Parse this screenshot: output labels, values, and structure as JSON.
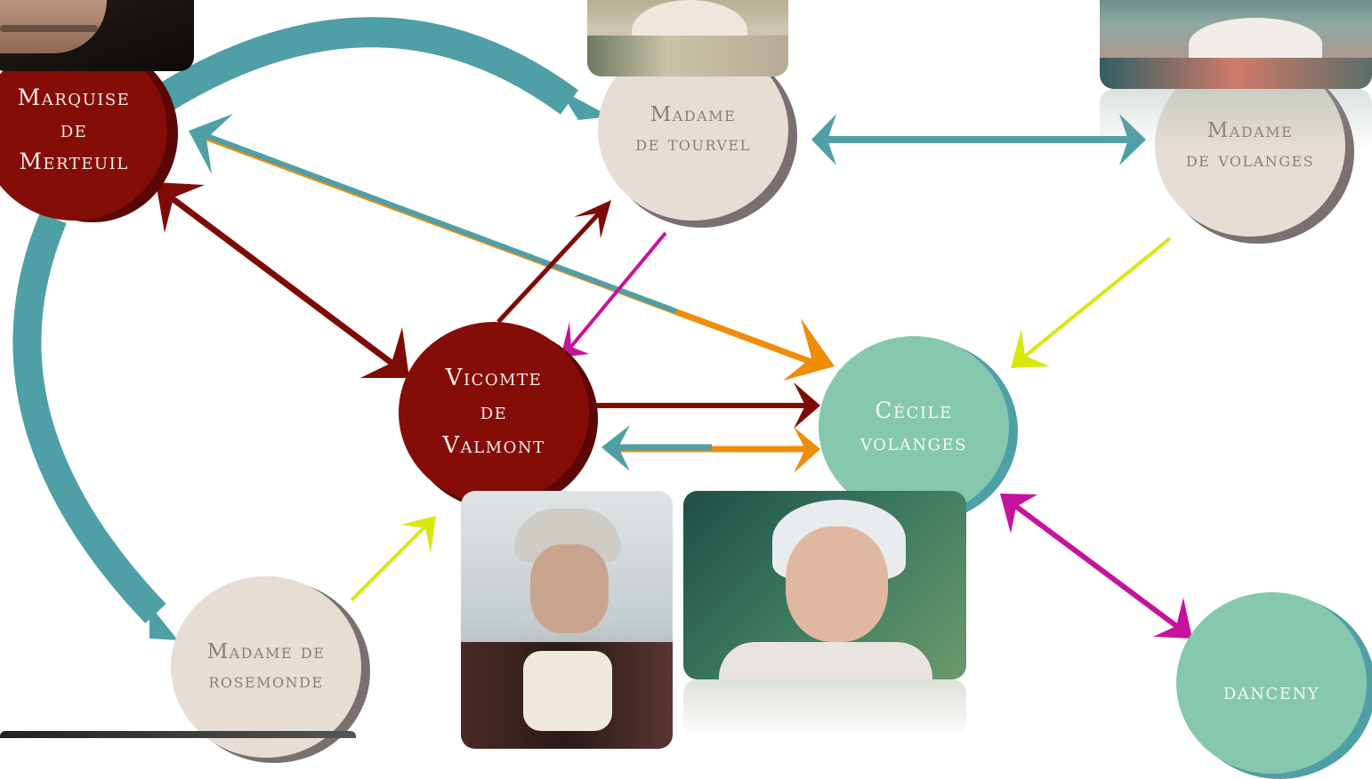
{
  "colors": {
    "teal": "#4f9fa6",
    "dark_red": "#7e0b06",
    "orange": "#ef8c0a",
    "magenta": "#c7129d",
    "yellow": "#d8e80e",
    "beige_node": "#e6ded5",
    "mint_node": "#86c8ad",
    "red_node": "#850d08"
  },
  "nodes": {
    "merteuil": {
      "label": "Marquise\nde\nMerteuil"
    },
    "tourvel": {
      "label": "Madame\nde tourvel"
    },
    "volanges": {
      "label": "Madame\nde volanges"
    },
    "valmont": {
      "label": "Vicomte\nde\nValmont"
    },
    "cecile": {
      "label": "Cécile\nvolanges"
    },
    "rosemonde": {
      "label": "Madame de\nrosemonde"
    },
    "danceny": {
      "label": "danceny"
    }
  },
  "photos": [
    {
      "name": "merteuil-portrait",
      "subject": "Marquise de Merteuil"
    },
    {
      "name": "tourvel-portrait",
      "subject": "Madame de Tourvel"
    },
    {
      "name": "volanges-portrait",
      "subject": "Madame de Volanges"
    },
    {
      "name": "valmont-portrait",
      "subject": "Vicomte de Valmont"
    },
    {
      "name": "cecile-portrait",
      "subject": "Cécile Volanges"
    }
  ]
}
